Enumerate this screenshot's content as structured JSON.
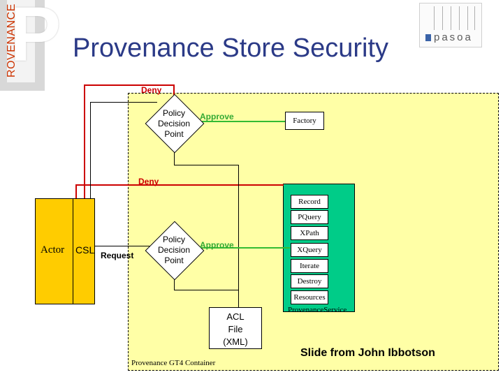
{
  "title": "Provenance Store Security",
  "logo_left": {
    "text": "ROVENANCE",
    "letter": "P"
  },
  "logo_right": {
    "word": "pasoa"
  },
  "diagram": {
    "deny_top": "Deny",
    "deny_mid": "Deny",
    "approve_top": "Approve",
    "approve_bottom": "Approve",
    "pdp_top": [
      "Policy",
      "Decision",
      "Point"
    ],
    "pdp_bottom": [
      "Policy",
      "Decision",
      "Point"
    ],
    "factory": "Factory",
    "actor": "Actor",
    "csl": "CSL",
    "request": "Request",
    "service_items": [
      "Record",
      "PQuery",
      "XPath",
      "XQuery",
      "Iterate",
      "Destroy",
      "Resources"
    ],
    "service_label": "ProvenanceService",
    "acl": [
      "ACL",
      "File",
      "(XML)"
    ],
    "container_label": "Provenance GT4 Container",
    "credit": "Slide from John Ibbotson"
  },
  "colors": {
    "title": "#2b3a87",
    "deny": "#cc0000",
    "approve": "#33aa33",
    "container": "#ffffa6",
    "actor": "#ffcc00",
    "service": "#00cc88"
  }
}
